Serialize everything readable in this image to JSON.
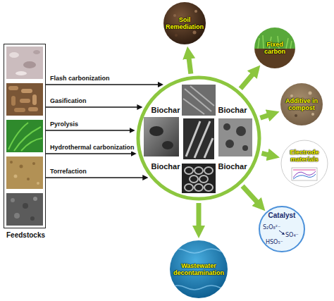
{
  "diagram": {
    "nodes": [
      {
        "text": [
          "Feedstocks"
        ]
      },
      {
        "text": [
          "Biochar",
          "Biochar",
          "Biochar",
          "Biochar"
        ]
      },
      {
        "text": [
          "Soil Remediation"
        ]
      },
      {
        "text": [
          "Fixed carbon"
        ]
      },
      {
        "text": [
          "Additive in compost"
        ]
      },
      {
        "text": [
          "Electrode materials"
        ]
      },
      {
        "text": [
          "Catalyst",
          "S₂O₈²⁻",
          "SO₄⁻",
          "HSO₅⁻"
        ]
      },
      {
        "text": [
          "Wastewater decontamination"
        ]
      }
    ],
    "edges": [
      {
        "from": 0,
        "to": 1,
        "label": "Flash carbonization",
        "arrow": "to"
      },
      {
        "from": 0,
        "to": 1,
        "label": "Gasification",
        "arrow": "to"
      },
      {
        "from": 0,
        "to": 1,
        "label": "Pyrolysis",
        "arrow": "to"
      },
      {
        "from": 0,
        "to": 1,
        "label": "Hydrothermal carbonization",
        "arrow": "to"
      },
      {
        "from": 0,
        "to": 1,
        "label": "Torrefaction",
        "arrow": "to"
      },
      {
        "from": 1,
        "to": 2,
        "arrow": "to"
      },
      {
        "from": 1,
        "to": 3,
        "arrow": "to"
      },
      {
        "from": 1,
        "to": 4,
        "arrow": "to"
      },
      {
        "from": 1,
        "to": 5,
        "arrow": "to"
      },
      {
        "from": 1,
        "to": 6,
        "arrow": "to"
      },
      {
        "from": 1,
        "to": 7,
        "arrow": "to"
      }
    ]
  }
}
